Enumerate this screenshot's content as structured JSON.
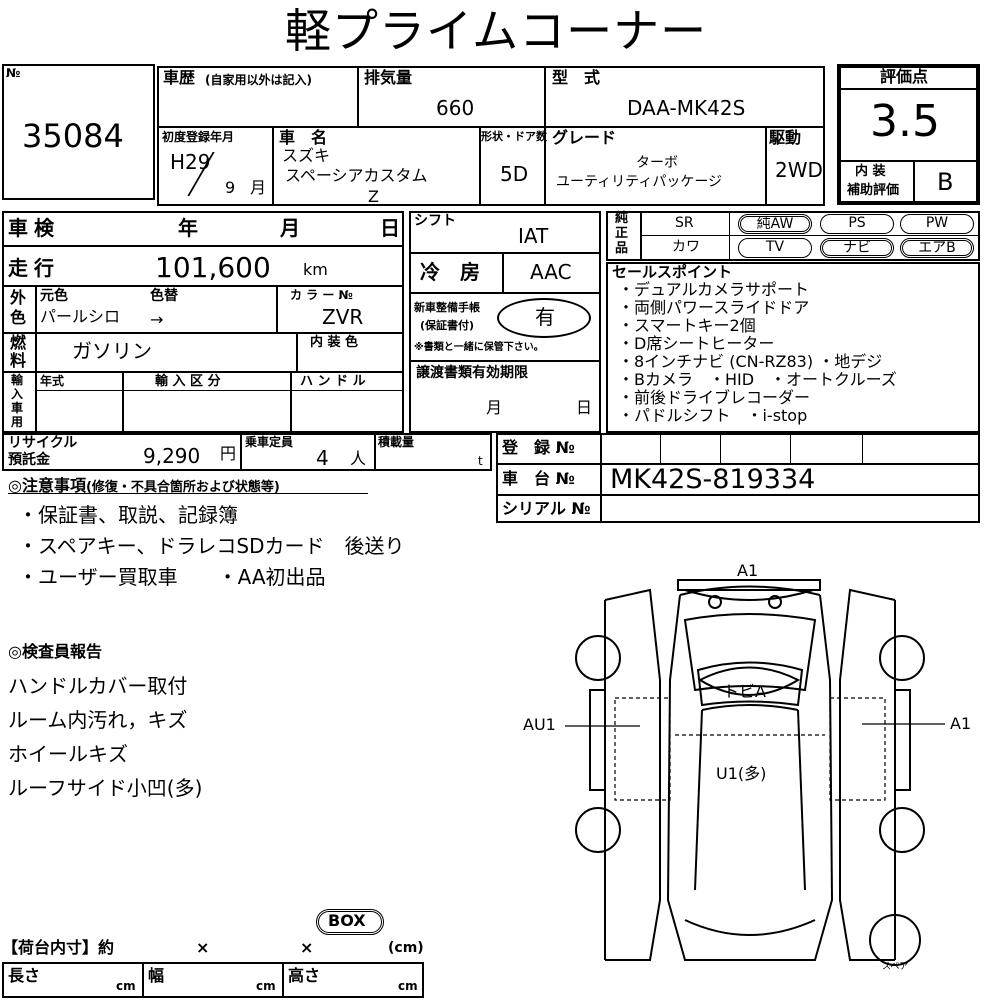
{
  "title": "軽プライムコーナー",
  "lot": {
    "label": "№",
    "number": "35084"
  },
  "history": {
    "label": "車歴",
    "note": "(自家用以外は記入)"
  },
  "displacement": {
    "label": "排気量",
    "value": "660"
  },
  "model": {
    "label": "型　式",
    "value": "DAA-MK42S"
  },
  "grade_score": {
    "label": "評価点",
    "value": "3.5",
    "interior_label_1": "内 装",
    "interior_label_2": "補助評価",
    "interior_value": "B"
  },
  "first_reg": {
    "label": "初度登録年月",
    "year": "H29",
    "month": "9",
    "unit": "月"
  },
  "car_name": {
    "label": "車　名",
    "maker": "スズキ",
    "name": "スペーシアカスタム",
    "sub": "Z"
  },
  "doors": {
    "label": "形状・ドア数",
    "value": "5D"
  },
  "grade": {
    "label": "グレード",
    "line1": "ターボ",
    "line2": "ユーティリティパッケージ"
  },
  "drive": {
    "label": "駆動",
    "value": "2WD"
  },
  "inspection": {
    "label": "車検",
    "year": "年",
    "month": "月",
    "day": "日"
  },
  "shift": {
    "label": "シフト",
    "value": "IAT"
  },
  "mileage": {
    "label": "走行",
    "value": "101,600",
    "unit": "km"
  },
  "aircon": {
    "label": "冷　房",
    "value": "AAC"
  },
  "exterior": {
    "label_1": "外",
    "label_2": "色",
    "orig_label": "元色",
    "change_label": "色替",
    "orig_value": "パールシロ",
    "arrow": "→",
    "color_no_label": "カ ラ ー №",
    "color_no_value": "ZVR"
  },
  "warranty": {
    "label_1": "新車整備手帳",
    "label_2": "(保証書付)",
    "value": "有",
    "note": "※書類と一緒に保管下さい。"
  },
  "fuel": {
    "label_1": "燃",
    "label_2": "料",
    "value": "ガソリン",
    "interior_color_label": "内 装 色"
  },
  "import": {
    "label_1": "輸",
    "label_2": "入",
    "label_3": "車",
    "label_4": "用",
    "year_label": "年式",
    "category_label": "輸 入 区 分",
    "handle_label": "ハ ン ド ル"
  },
  "transfer": {
    "label": "譲渡書類有効期限",
    "month": "月",
    "day": "日"
  },
  "equipment": {
    "label_1": "純",
    "label_2": "正",
    "label_3": "品",
    "sr": "SR",
    "kawa": "カワ",
    "pills_row1": [
      "純AW",
      "PS",
      "PW"
    ],
    "pills_row2": [
      "TV",
      "ナビ",
      "エアB"
    ]
  },
  "sales_points": {
    "label": "セールスポイント",
    "items": [
      "・デュアルカメラサポート",
      "・両側パワースライドドア",
      "・スマートキー2個",
      "・D席シートヒーター",
      "・8インチナビ (CN-RZ83) ・地デジ",
      "・Bカメラ　・HID　・オートクルーズ",
      "・前後ドライブレコーダー",
      "・パドルシフト　・i-stop"
    ]
  },
  "recycle": {
    "label_1": "リサイクル",
    "label_2": "預託金",
    "value": "9,290",
    "unit": "円"
  },
  "capacity": {
    "label": "乗車定員",
    "value": "4",
    "unit": "人"
  },
  "load": {
    "label": "積載量",
    "unit": "t"
  },
  "registration": {
    "label": "登　録 №"
  },
  "chassis": {
    "label": "車　台 №",
    "value": "MK42S-819334"
  },
  "serial": {
    "label": "シリアル №"
  },
  "notes": {
    "label": "◎注意事項",
    "label_note": "(修復・不具合箇所および状態等)",
    "items": [
      "・保証書、取説、記録簿",
      "・スペアキー、ドラレコSDカード　後送り",
      "・ユーザー買取車　　・AA初出品"
    ]
  },
  "inspector": {
    "label": "◎検査員報告",
    "items": [
      "ハンドルカバー取付",
      "ルーム内汚れ，キズ",
      "ホイールキズ",
      "ルーフサイド小凹(多)"
    ]
  },
  "diagram": {
    "front_mark": "A1",
    "left_mark": "AU1",
    "right_mark": "A1",
    "hood_mark": "トビA",
    "roof_mark": "U1(多)",
    "spare_label": "スペア"
  },
  "cargo": {
    "box_label": "BOX",
    "label": "【荷台内寸】約",
    "times_1": "×",
    "times_2": "×",
    "unit": "(cm)",
    "length_label": "長さ",
    "width_label": "幅",
    "height_label": "高さ",
    "cm": "cm"
  }
}
